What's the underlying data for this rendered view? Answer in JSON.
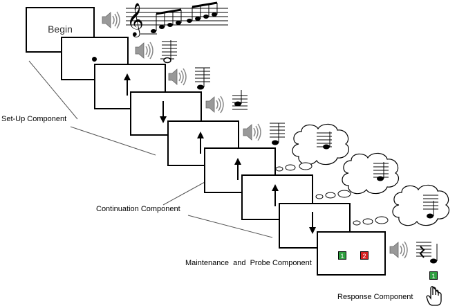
{
  "labels": {
    "setup": "Set-Up Component",
    "continuation": "Continuation Component",
    "maintenance": "Maintenance  and  Probe Component",
    "response": "Response Component"
  },
  "frames": {
    "begin_text": "Begin",
    "probe_left": "1",
    "probe_right": "2",
    "response_choice": "1"
  },
  "colors": {
    "probe_left": "#2e9e3e",
    "probe_right": "#d42020",
    "response_choice": "#2e9e3e"
  },
  "icons": [
    "speaker-icon",
    "music-staff-icon",
    "thought-cloud-icon",
    "arrow-up-icon",
    "arrow-down-icon",
    "pointing-hand-icon"
  ]
}
